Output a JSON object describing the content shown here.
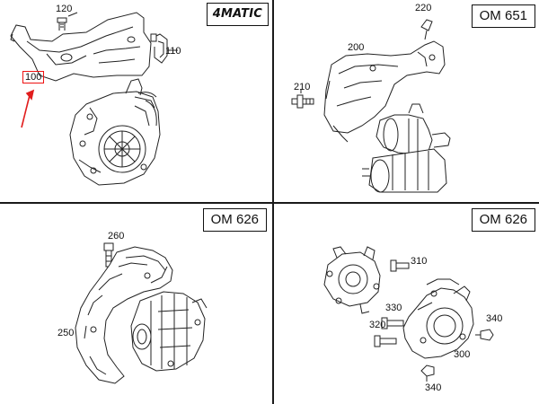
{
  "panels": [
    {
      "id": "top-left",
      "badge": "4MATIC",
      "callouts": [
        "120",
        "110",
        "100"
      ],
      "highlighted_callout": "100",
      "arrow_color": "#e11d1d"
    },
    {
      "id": "top-right",
      "badge": "OM 651",
      "callouts": [
        "220",
        "200",
        "210"
      ]
    },
    {
      "id": "bottom-left",
      "badge": "OM 626",
      "callouts": [
        "260",
        "250"
      ]
    },
    {
      "id": "bottom-right",
      "badge": "OM 626",
      "callouts": [
        "310",
        "330",
        "340",
        "320",
        "300",
        "340"
      ]
    }
  ]
}
